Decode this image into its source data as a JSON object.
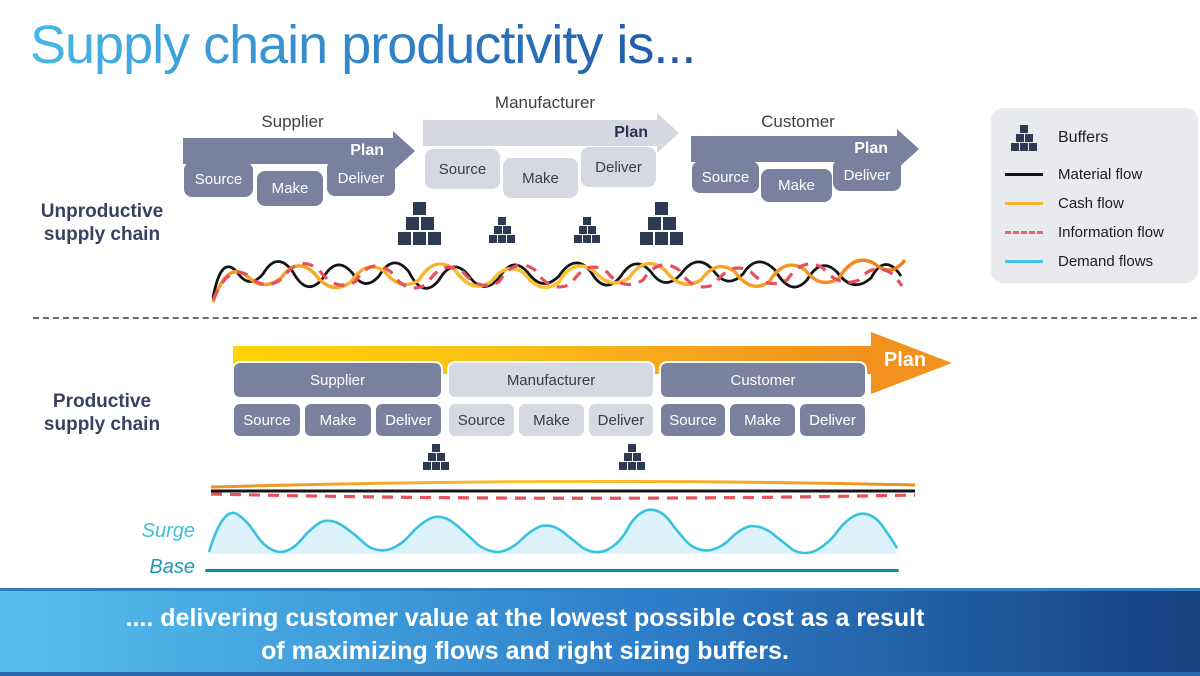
{
  "title": "Supply chain productivity is...",
  "unproductive": {
    "label": [
      "Unproductive",
      "supply chain"
    ],
    "plan_label": "Plan",
    "chains": [
      {
        "name": "Supplier",
        "steps": [
          "Source",
          "Make",
          "Deliver"
        ]
      },
      {
        "name": "Manufacturer",
        "steps": [
          "Source",
          "Make",
          "Deliver"
        ]
      },
      {
        "name": "Customer",
        "steps": [
          "Source",
          "Make",
          "Deliver"
        ]
      }
    ]
  },
  "productive": {
    "label": [
      "Productive",
      "supply chain"
    ],
    "plan_label": "Plan",
    "chains": [
      {
        "name": "Supplier",
        "steps": [
          "Source",
          "Make",
          "Deliver"
        ]
      },
      {
        "name": "Manufacturer",
        "steps": [
          "Source",
          "Make",
          "Deliver"
        ]
      },
      {
        "name": "Customer",
        "steps": [
          "Source",
          "Make",
          "Deliver"
        ]
      }
    ],
    "surge_label": "Surge",
    "base_label": "Base"
  },
  "legend": {
    "buffers": "Buffers",
    "material": "Material flow",
    "cash": "Cash flow",
    "information": "Information flow",
    "demand": "Demand flows"
  },
  "banner": {
    "line1": ".... delivering customer value at the lowest possible cost as a result",
    "line2": "of maximizing flows and right sizing buffers."
  },
  "colors": {
    "slate": "#7a819e",
    "light_gray": "#d7d9e2",
    "buffer_navy": "#2e3a54",
    "material_flow": "#141414",
    "cash_flow": "#f6b62f",
    "information_flow": "#e8505b",
    "demand_flow": "#47c2e6",
    "base_teal": "#128e9a",
    "plan_orange": "#f2911e",
    "banner_light": "#55c0ee",
    "banner_dark": "#16407f"
  }
}
